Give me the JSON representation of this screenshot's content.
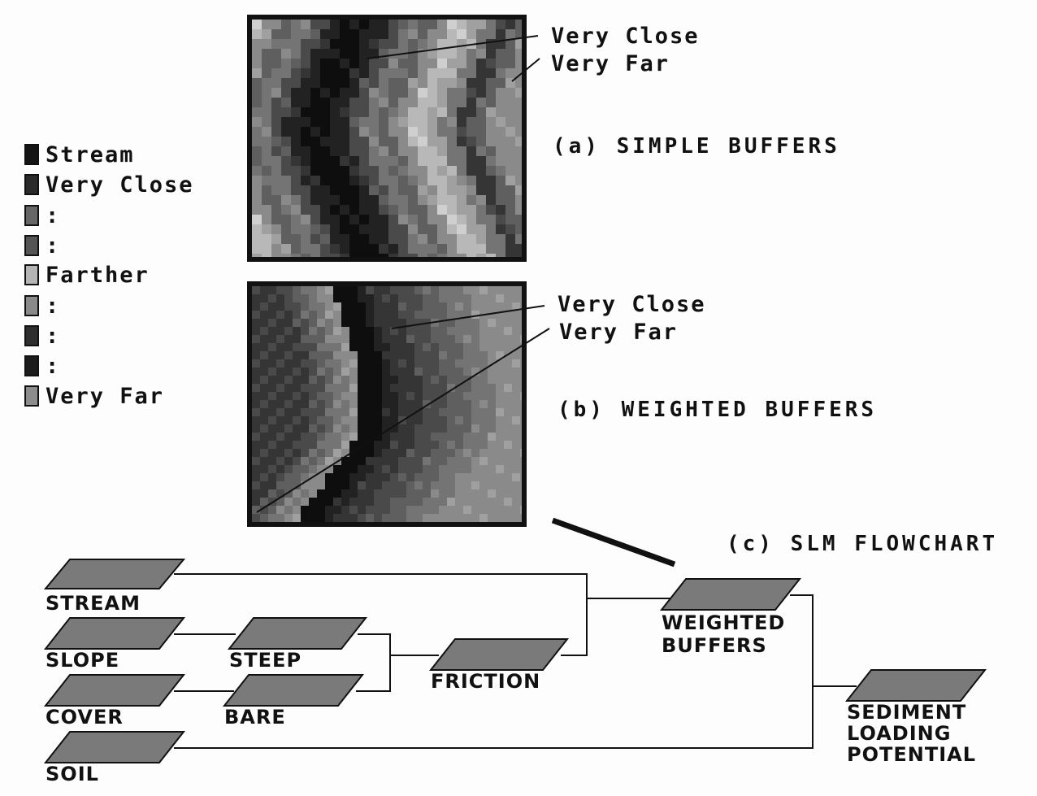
{
  "legend": {
    "items": [
      {
        "label": "Stream",
        "color": "#141414"
      },
      {
        "label": "Very Close",
        "color": "#2a2a2a"
      },
      {
        "label": ":",
        "color": "#666666"
      },
      {
        "label": ":",
        "color": "#555555"
      },
      {
        "label": "Farther",
        "color": "#b5b5b5"
      },
      {
        "label": ":",
        "color": "#8a8a8a"
      },
      {
        "label": ":",
        "color": "#2e2e2e"
      },
      {
        "label": ":",
        "color": "#1c1c1c"
      },
      {
        "label": "Very Far",
        "color": "#8c8c8c"
      }
    ]
  },
  "panel_a": {
    "caption": "(a) SIMPLE BUFFERS",
    "callout_close": "Very Close",
    "callout_far": "Very Far"
  },
  "panel_b": {
    "caption": "(b) WEIGHTED BUFFERS",
    "callout_close": "Very Close",
    "callout_far": "Very Far"
  },
  "flowchart": {
    "caption": "(c) SLM FLOWCHART",
    "nodes": {
      "stream": "STREAM",
      "slope": "SLOPE",
      "cover": "COVER",
      "soil": "SOIL",
      "steep": "STEEP",
      "bare": "BARE",
      "friction": "FRICTION",
      "weighted_1": "WEIGHTED",
      "weighted_2": "BUFFERS",
      "sediment_1": "SEDIMENT",
      "sediment_2": "LOADING",
      "sediment_3": "POTENTIAL"
    },
    "node_color": "#7a7a7a"
  },
  "palette": {
    "ink": "#111111",
    "background": "#fdfdfd"
  }
}
